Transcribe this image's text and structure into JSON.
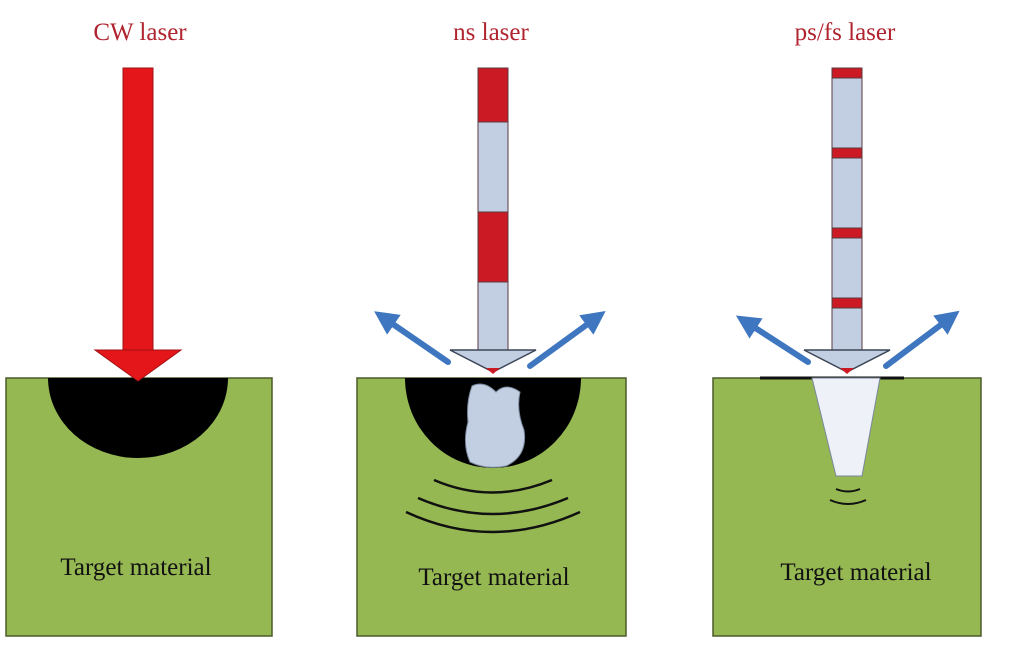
{
  "panels": [
    {
      "title": "CW laser",
      "target_label": "Target material"
    },
    {
      "title": "ns laser",
      "target_label": "Target material"
    },
    {
      "title": "ps/fs laser",
      "target_label": "Target material"
    }
  ],
  "colors": {
    "laser_red": "#e5161a",
    "pulse_red": "#cc1a24",
    "beam_gap": "#c2cfe3",
    "target_green": "#96b852",
    "melt_pool": "#000000",
    "ejecta_arrow": "#3f76c0",
    "title_red": "#b0242f",
    "crater": "#eef2f8"
  }
}
